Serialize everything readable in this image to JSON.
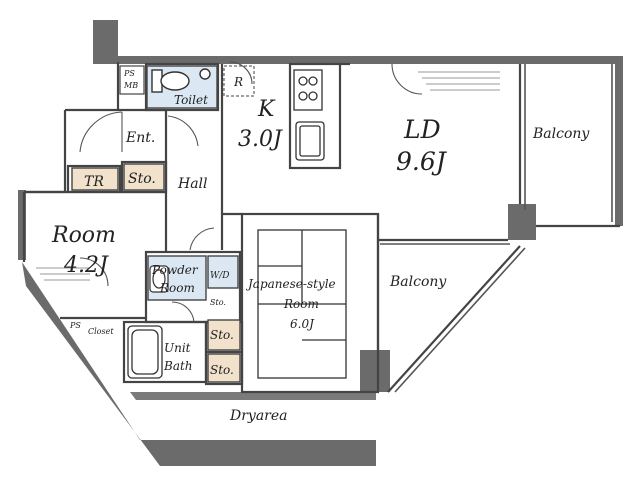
{
  "floor_plan": {
    "rooms": {
      "kitchen": {
        "name": "K",
        "size": "3.0J"
      },
      "living_dining": {
        "name": "LD",
        "size": "9.6J"
      },
      "room": {
        "name": "Room",
        "size": "4.2J"
      },
      "japanese_room": {
        "name_line1": "Japanese-style",
        "name_line2": "Room",
        "size": "6.0J"
      },
      "balcony_east": {
        "name": "Balcony"
      },
      "balcony_south": {
        "name": "Balcony"
      },
      "dry_area": {
        "name": "Dryarea"
      },
      "hall": {
        "name": "Hall"
      },
      "entrance": {
        "name": "Ent."
      },
      "toilet": {
        "name": "Toilet"
      },
      "unit_bath": {
        "name_line1": "Unit",
        "name_line2": "Bath"
      },
      "powder_room": {
        "name_line1": "Powder",
        "name_line2": "Room"
      },
      "washer": {
        "name": "W/D"
      },
      "closet": {
        "name": "Closet"
      },
      "trunk_room": {
        "name": "TR"
      },
      "storage_entry": {
        "name": "Sto."
      },
      "storage_powder": {
        "name": "Sto."
      },
      "storage_upper": {
        "name": "Sto."
      },
      "storage_lower": {
        "name": "Sto."
      },
      "pipe_space_top": {
        "line1": "PS",
        "line2": "MB"
      },
      "pipe_space_left": {
        "name": "PS"
      },
      "refrigerator": {
        "name": "R"
      }
    },
    "colors": {
      "wall": "#6b6b6b",
      "wall_dark": "#5a5a5a",
      "storage_fill": "#f2e2cc",
      "water_fill": "#dbe8f4",
      "line": "#333333"
    }
  }
}
